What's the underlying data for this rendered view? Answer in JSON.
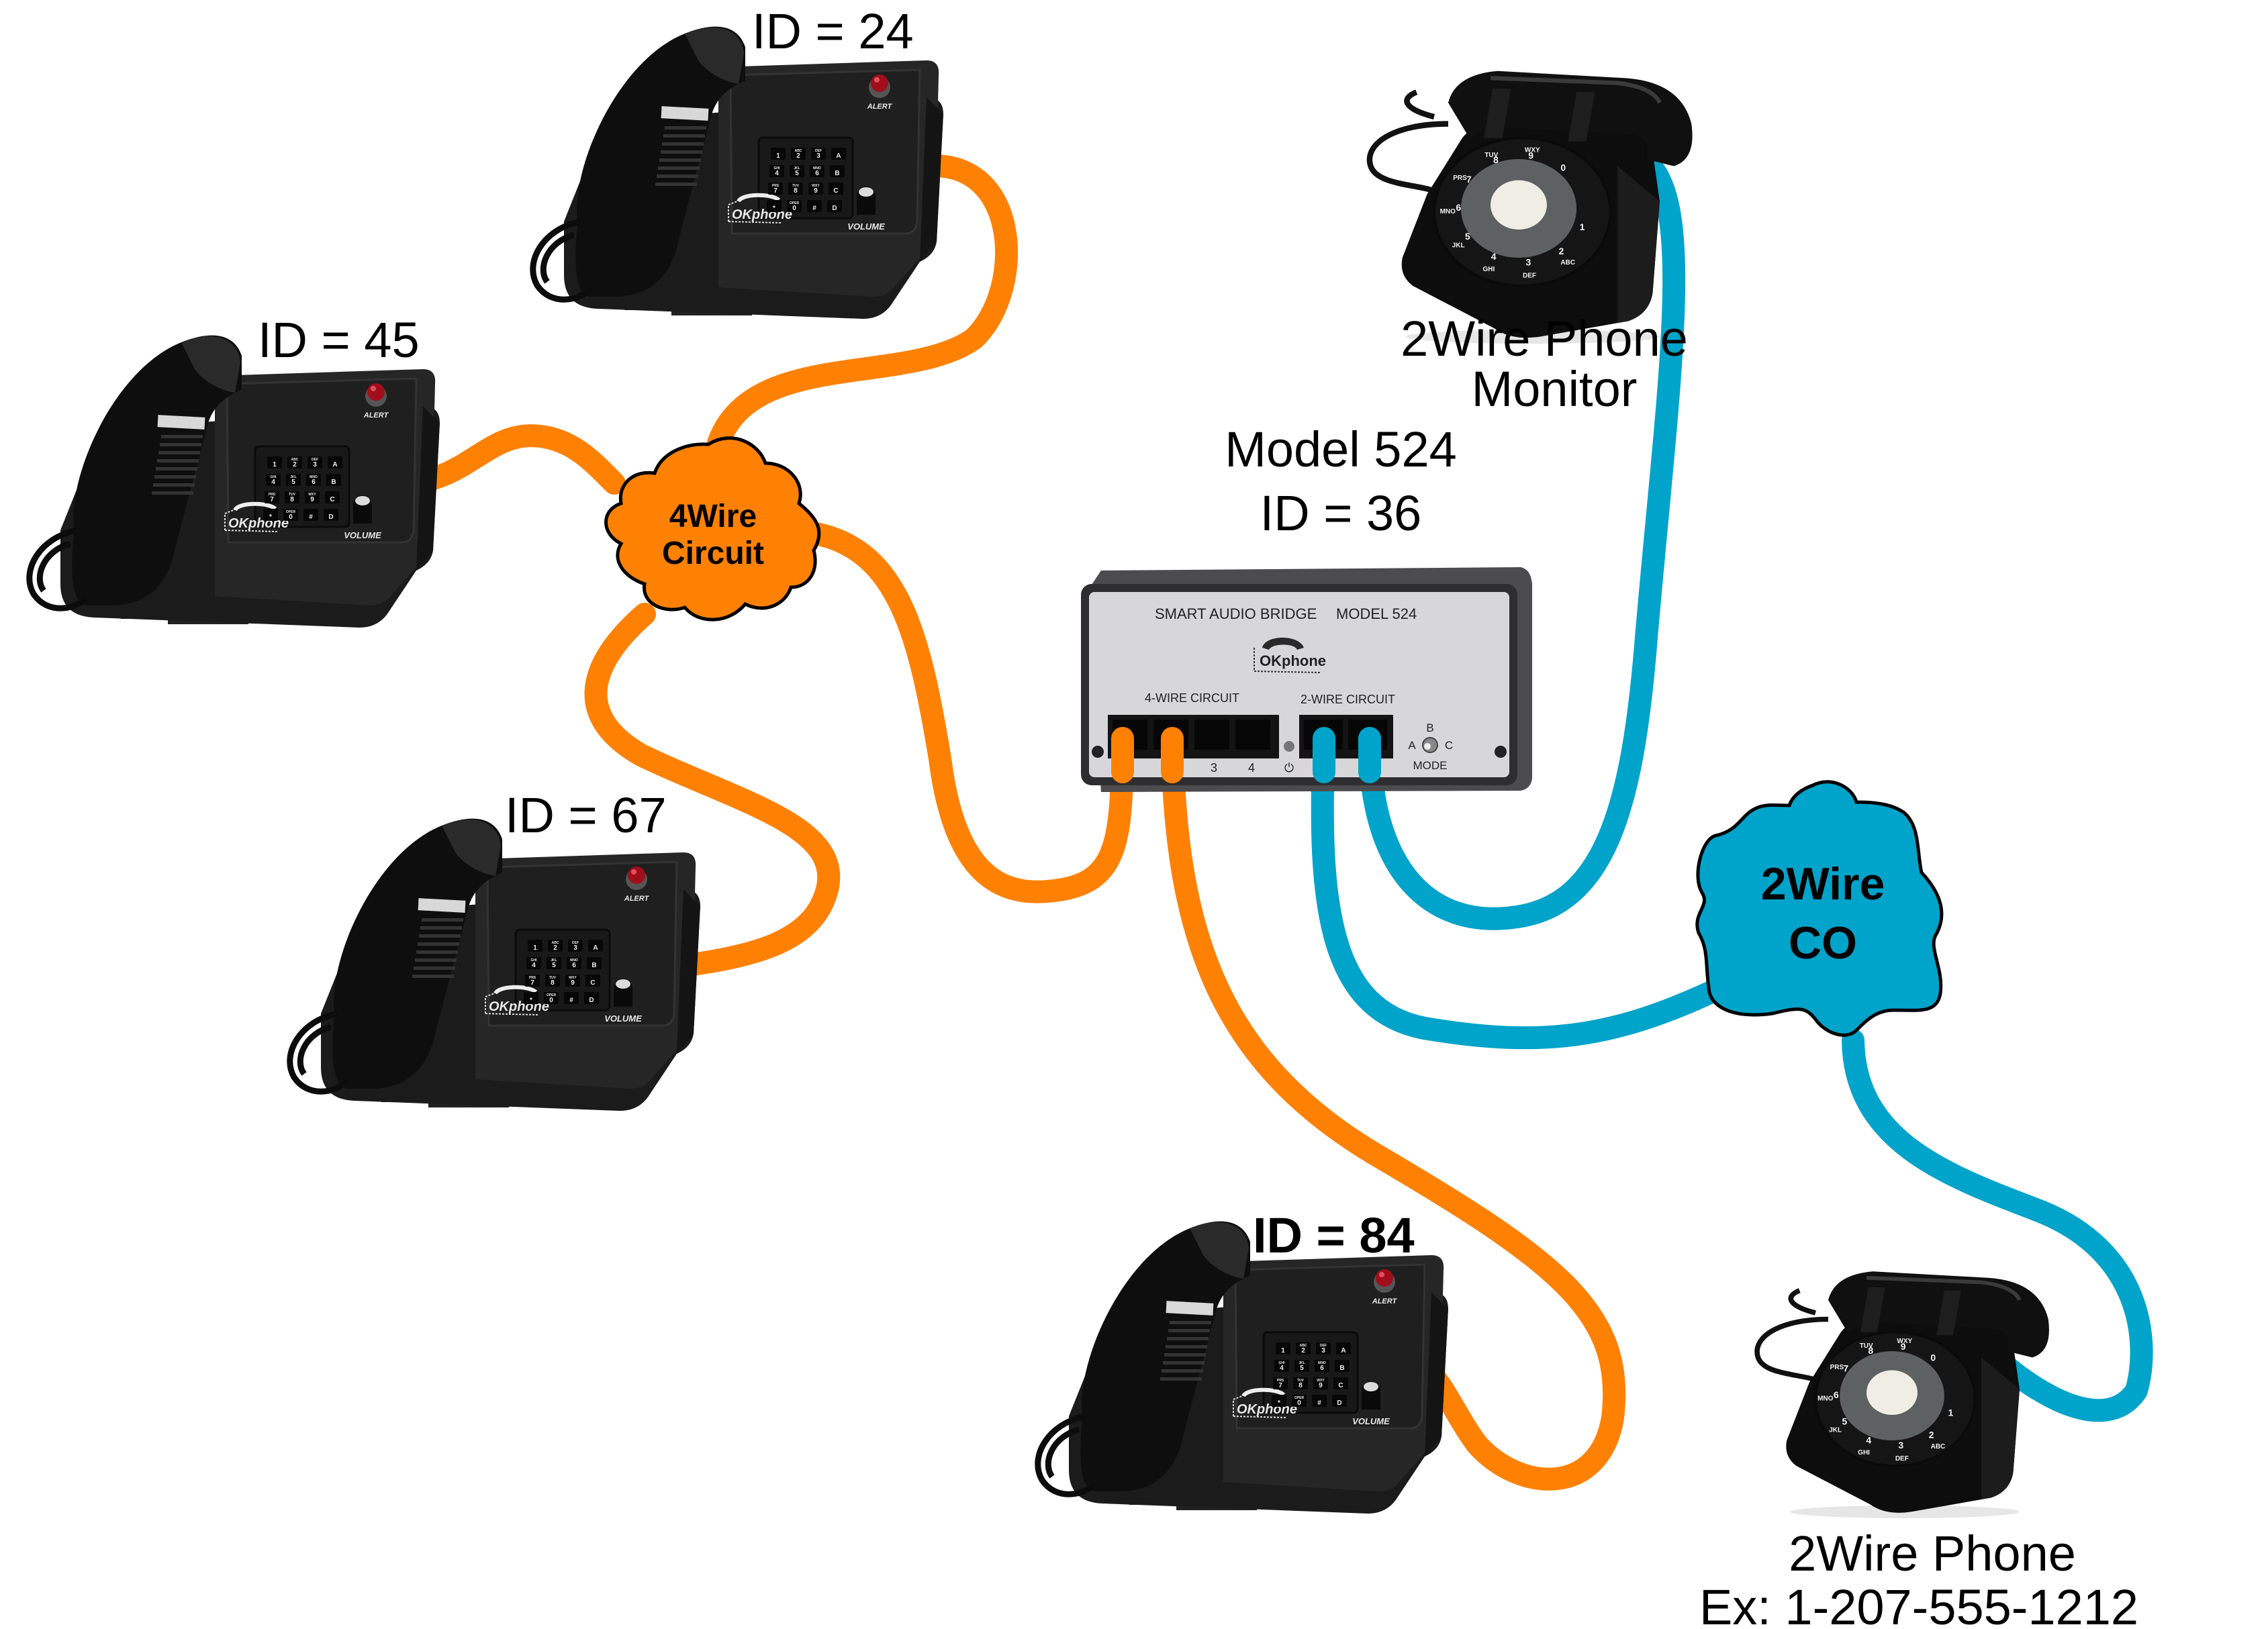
{
  "colors": {
    "four_wire": "#FF8104",
    "two_wire": "#00A3C9",
    "outline": "#000000",
    "phone_body": "#1c1c1c",
    "bridge_panel": "#d6d6d8",
    "bridge_case": "#4a4a4c",
    "alert_lamp": "#b01020"
  },
  "desk_phones": [
    {
      "id_label": "ID = 24",
      "bold": false
    },
    {
      "id_label": "ID = 45",
      "bold": false
    },
    {
      "id_label": "ID = 67",
      "bold": false
    },
    {
      "id_label": "ID = 84",
      "bold": true
    }
  ],
  "desk_phone_markings": {
    "brand": "OKphone",
    "alert": "ALERT",
    "volume": "VOLUME",
    "keypad": [
      [
        {
          "sub": "",
          "main": "1"
        },
        {
          "sub": "ABC",
          "main": "2"
        },
        {
          "sub": "DEF",
          "main": "3"
        },
        {
          "sub": "",
          "main": "A"
        }
      ],
      [
        {
          "sub": "GHI",
          "main": "4"
        },
        {
          "sub": "JKL",
          "main": "5"
        },
        {
          "sub": "MNO",
          "main": "6"
        },
        {
          "sub": "",
          "main": "B"
        }
      ],
      [
        {
          "sub": "PRS",
          "main": "7"
        },
        {
          "sub": "TUV",
          "main": "8"
        },
        {
          "sub": "WXY",
          "main": "9"
        },
        {
          "sub": "",
          "main": "C"
        }
      ],
      [
        {
          "sub": "",
          "main": "*"
        },
        {
          "sub": "OPER",
          "main": "0"
        },
        {
          "sub": "",
          "main": "#"
        },
        {
          "sub": "",
          "main": "D"
        }
      ]
    ]
  },
  "rotary_dial": {
    "digits": [
      {
        "main": "1",
        "sub": ""
      },
      {
        "main": "2",
        "sub": "ABC"
      },
      {
        "main": "3",
        "sub": "DEF"
      },
      {
        "main": "4",
        "sub": "GHI"
      },
      {
        "main": "5",
        "sub": "JKL"
      },
      {
        "main": "6",
        "sub": "MNO"
      },
      {
        "main": "7",
        "sub": "PRS"
      },
      {
        "main": "8",
        "sub": "TUV"
      },
      {
        "main": "9",
        "sub": "WXY"
      },
      {
        "main": "0",
        "sub": ""
      }
    ]
  },
  "bridge": {
    "model_label": "Model 524",
    "id_label": "ID = 36",
    "panel_title": "SMART AUDIO BRIDGE",
    "panel_model": "MODEL 524",
    "brand": "OKphone",
    "four_wire_label": "4-WIRE CIRCUIT",
    "two_wire_label": "2-WIRE CIRCUIT",
    "port3": "3",
    "port4": "4",
    "power_symbol": "⏻",
    "mode_label": "MODE",
    "mode_a": "A",
    "mode_b": "B",
    "mode_c": "C"
  },
  "clouds": {
    "four_wire": {
      "line1": "4Wire",
      "line2": "Circuit"
    },
    "two_wire_co": {
      "line1": "2Wire",
      "line2": "CO"
    }
  },
  "rotary_phones": {
    "monitor": {
      "line1": "2Wire Phone",
      "line2": "Monitor"
    },
    "external": {
      "line1": "2Wire Phone",
      "line2": "Ex: 1-207-555-1212"
    }
  }
}
